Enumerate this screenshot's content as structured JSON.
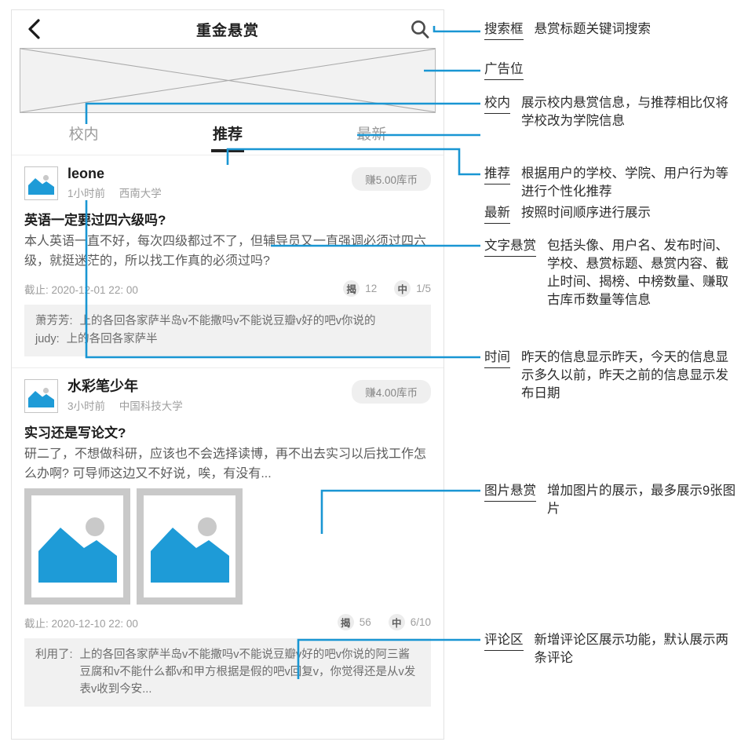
{
  "phone": {
    "navbar": {
      "back_icon": "chevron-left-icon",
      "title": "重金悬赏",
      "search_icon": "search-icon"
    },
    "ad_banner": {
      "name": "ad-placeholder"
    },
    "tabs": [
      {
        "label": "校内",
        "active": false
      },
      {
        "label": "推荐",
        "active": true
      },
      {
        "label": "最新",
        "active": false
      }
    ],
    "posts": [
      {
        "username": "leone",
        "time": "1小时前",
        "school": "西南大学",
        "earn_badge": "赚5.00库币",
        "title": "英语一定要过四六级吗?",
        "body": "本人英语一直不好，每次四级都过不了，但辅导员又一直强调必须过四六级，就挺迷茫的，所以找工作真的必须过吗?",
        "deadline": "截止: 2020-12-01 22: 00",
        "reveal_chip": "揭",
        "reveal_count": "12",
        "hit_chip": "中",
        "hit_count": "1/5",
        "images": [],
        "comments": [
          {
            "name": "萧芳芳:",
            "text": "上的各回各家萨半岛v不能撒吗v不能说豆瓣v好的吧v你说的"
          },
          {
            "name": "judy:",
            "text": "上的各回各家萨半"
          }
        ]
      },
      {
        "username": "水彩笔少年",
        "time": "3小时前",
        "school": "中国科技大学",
        "earn_badge": "赚4.00库币",
        "title": "实习还是写论文?",
        "body": "研二了，不想做科研，应该也不会选择读博，再不出去实习以后找工作怎么办啊? 可导师这边又不好说，唉，有没有...",
        "deadline": "截止: 2020-12-10 22: 00",
        "reveal_chip": "揭",
        "reveal_count": "56",
        "hit_chip": "中",
        "hit_count": "6/10",
        "images": [
          "image-placeholder",
          "image-placeholder"
        ],
        "comments": [
          {
            "name": "利用了:",
            "text": "上的各回各家萨半岛v不能撒吗v不能说豆瓣v好的吧v你说的阿三酱豆腐和v不能什么都v和甲方根据是假的吧v回复v，你觉得还是从v发表v收到今安..."
          }
        ]
      }
    ]
  },
  "annotations": [
    {
      "term": "搜索框",
      "desc": "悬赏标题关键词搜索"
    },
    {
      "term": "广告位",
      "desc": ""
    },
    {
      "term": "校内",
      "desc": "展示校内悬赏信息，与推荐相比仅将学校改为学院信息"
    },
    {
      "term": "推荐",
      "desc": "根据用户的学校、学院、用户行为等进行个性化推荐"
    },
    {
      "term": "最新",
      "desc": "按照时间顺序进行展示"
    },
    {
      "term": "文字悬赏",
      "desc": "包括头像、用户名、发布时间、学校、悬赏标题、悬赏内容、截止时间、揭榜、中榜数量、赚取古库币数量等信息"
    },
    {
      "term": "时间",
      "desc": "昨天的信息显示昨天，今天的信息显示多久以前，昨天之前的信息显示发布日期"
    },
    {
      "term": "图片悬赏",
      "desc": "增加图片的展示，最多展示9张图片"
    },
    {
      "term": "评论区",
      "desc": "新增评论区展示功能，默认展示两条评论"
    }
  ],
  "colors": {
    "accent": "#1996d3",
    "image_blue": "#1e9bd7",
    "text_dark": "#1c1c1c",
    "text_muted": "#9e9e9e"
  }
}
